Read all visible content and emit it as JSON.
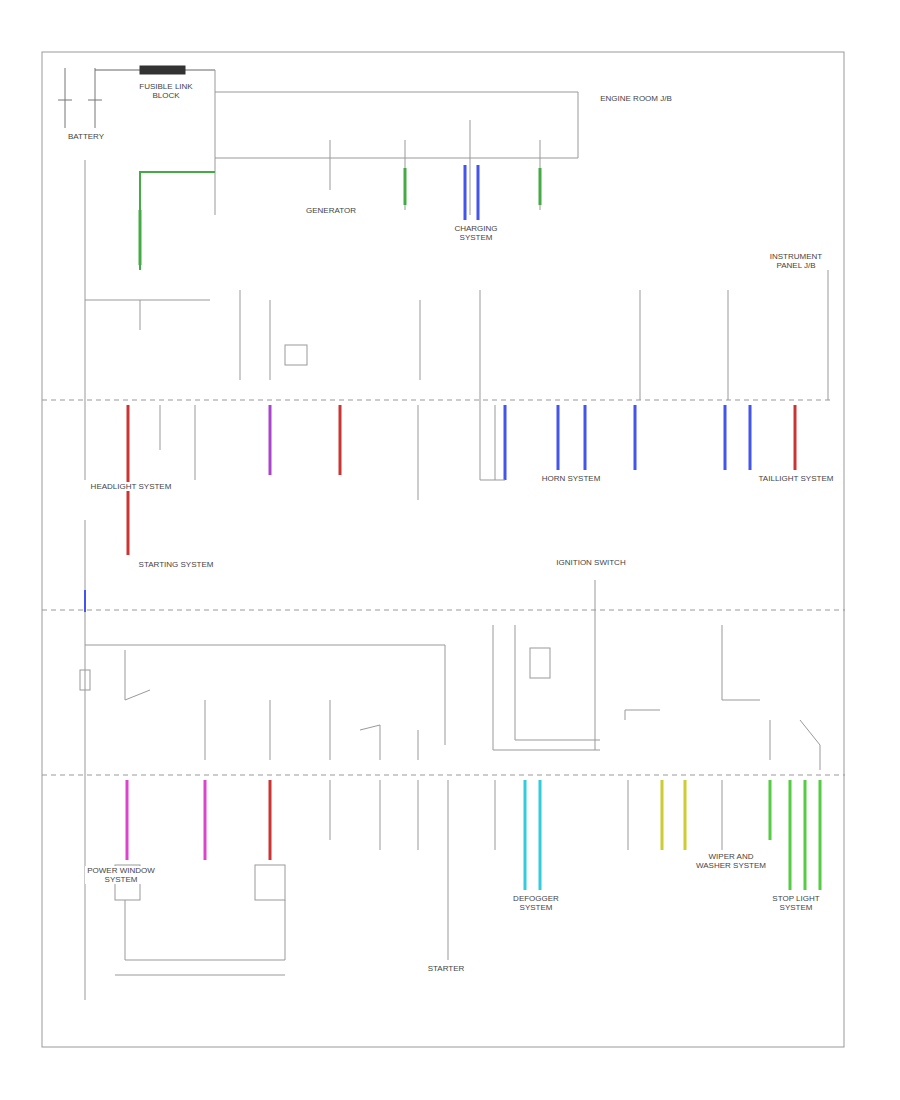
{
  "diagram": {
    "labels": [
      "BATTERY",
      "FUSIBLE LINK BLOCK",
      "ENGINE ROOM J/B",
      "GENERATOR",
      "CHARGING SYSTEM",
      "HEADLIGHT SYSTEM",
      "STARTING SYSTEM",
      "HORN SYSTEM",
      "TAILLIGHT SYSTEM",
      "INSTRUMENT PANEL J/B",
      "IGNITION SWITCH",
      "POWER WINDOW SYSTEM",
      "DEFOGGER SYSTEM",
      "STARTER",
      "WIPER AND WASHER SYSTEM",
      "STOP LIGHT SYSTEM"
    ]
  }
}
